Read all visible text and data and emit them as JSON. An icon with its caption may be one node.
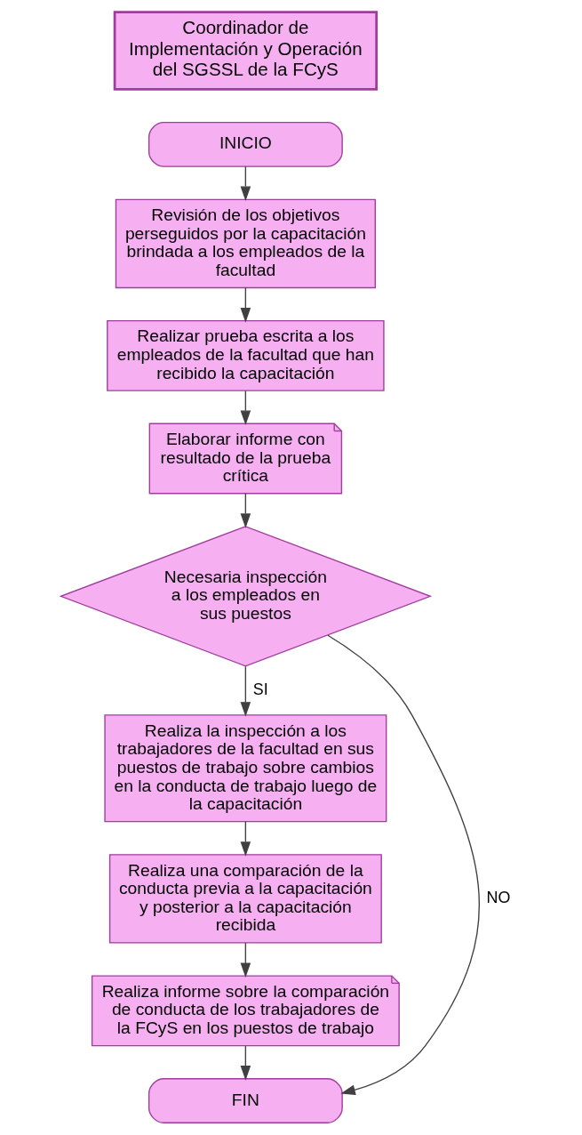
{
  "diagram": {
    "nodes": [
      {
        "text": [
          "Coordinador de Implementación y Operación del SGSSL de la FCyS"
        ]
      },
      {
        "text": [
          "INICIO"
        ]
      },
      {
        "text": [
          "Revisión de los objetivos perseguidos por la capacitación brindada a los empleados de la facultad"
        ]
      },
      {
        "text": [
          "Realizar prueba escrita a los empleados de la facultad que han recibido la capacitación"
        ]
      },
      {
        "text": [
          "Elaborar informe con resultado de la prueba crítica"
        ]
      },
      {
        "text": [
          "Necesaria inspección a los empleados en sus puestos"
        ]
      },
      {
        "text": [
          "Realiza la inspección a los trabajadores de la facultad en sus puestos de trabajo sobre cambios en la conducta de trabajo luego de la capacitación"
        ]
      },
      {
        "text": [
          "Realiza una comparación de la conducta previa a la capacitación y posterior a la capacitación recibida"
        ]
      },
      {
        "text": [
          "Realiza informe sobre la comparación de conducta de los trabajadores de la FCyS en los puestos de trabajo"
        ]
      },
      {
        "text": [
          "FIN"
        ]
      }
    ],
    "edges": [
      {
        "from": 1,
        "to": 2,
        "arrow": "to"
      },
      {
        "from": 2,
        "to": 3,
        "arrow": "to"
      },
      {
        "from": 3,
        "to": 4,
        "arrow": "to"
      },
      {
        "from": 4,
        "to": 5,
        "arrow": "to"
      },
      {
        "from": 5,
        "to": 6,
        "arrow": "to",
        "label": "SI"
      },
      {
        "from": 6,
        "to": 7,
        "arrow": "to"
      },
      {
        "from": 7,
        "to": 8,
        "arrow": "to"
      },
      {
        "from": 8,
        "to": 9,
        "arrow": "to"
      },
      {
        "from": 5,
        "to": 9,
        "arrow": "to",
        "label": "NO"
      }
    ]
  }
}
